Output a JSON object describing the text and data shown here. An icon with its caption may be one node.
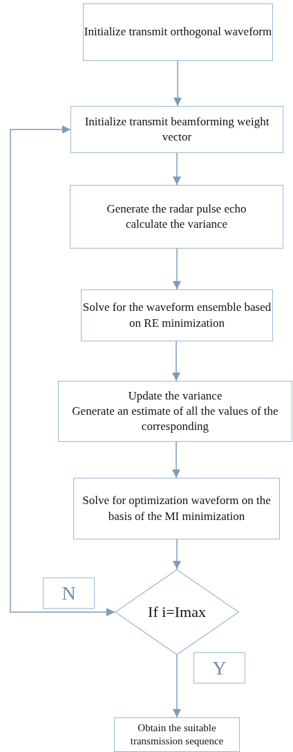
{
  "diagram": {
    "nodes": [
      {
        "text": [
          "Initialize transmit orthogonal waveform"
        ]
      },
      {
        "text": [
          "Initialize transmit beamforming weight vector"
        ]
      },
      {
        "text": [
          "Generate the radar pulse echo",
          "calculate the variance"
        ]
      },
      {
        "text": [
          "Solve for the waveform ensemble based on RE minimization"
        ]
      },
      {
        "text": [
          "Update the variance",
          "Generate an estimate of all the values of the corresponding"
        ]
      },
      {
        "text": [
          "Solve for optimization waveform on the basis of the MI minimization"
        ]
      },
      {
        "text": [
          "If i=Imax"
        ]
      },
      {
        "text": [
          "Obtain the suitable transmission sequence"
        ]
      }
    ],
    "edges": [
      {
        "from": 0,
        "to": 1,
        "arrow": "to"
      },
      {
        "from": 1,
        "to": 2,
        "arrow": "to"
      },
      {
        "from": 2,
        "to": 3,
        "arrow": "to"
      },
      {
        "from": 3,
        "to": 4,
        "arrow": "to"
      },
      {
        "from": 4,
        "to": 5,
        "arrow": "to"
      },
      {
        "from": 5,
        "to": 6,
        "arrow": "to"
      },
      {
        "from": 6,
        "to": 1,
        "arrow": "both",
        "label": "N"
      },
      {
        "from": 6,
        "to": 7,
        "arrow": "to",
        "label": "Y"
      }
    ]
  }
}
